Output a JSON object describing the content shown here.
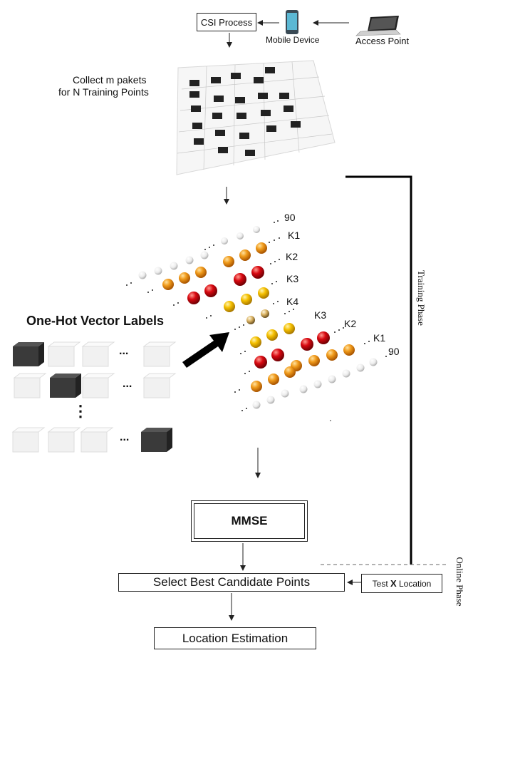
{
  "top": {
    "csi_process": "CSI Process",
    "mobile_device": "Mobile Device",
    "access_point": "Access Point"
  },
  "collect": {
    "line1": "Collect m pakets",
    "line2": "for N Training Points"
  },
  "layers_upper": {
    "top_label": "90",
    "k1": "K1",
    "k2": "K2",
    "k3": "K3",
    "k4": "K4"
  },
  "layers_lower": {
    "k3": "K3",
    "k2": "K2",
    "k1": "K1",
    "bottom_label": "90"
  },
  "one_hot": {
    "title": "One-Hot Vector Labels",
    "ellipsis": "...",
    "vertical_ellipsis": "⋮"
  },
  "mmse": "MMSE",
  "select_best": "Select Best Candidate Points",
  "test_location": {
    "prefix": "Test ",
    "x": "X",
    "suffix": " Location"
  },
  "location_estimation": "Location Estimation",
  "phases": {
    "training": "Training Phase",
    "online": "Online Phase"
  },
  "colors": {
    "orange": "#e68a00",
    "red": "#c8000a",
    "yellow": "#f0b400",
    "white": "#e8e8e8",
    "dark_cube": "#333333"
  }
}
